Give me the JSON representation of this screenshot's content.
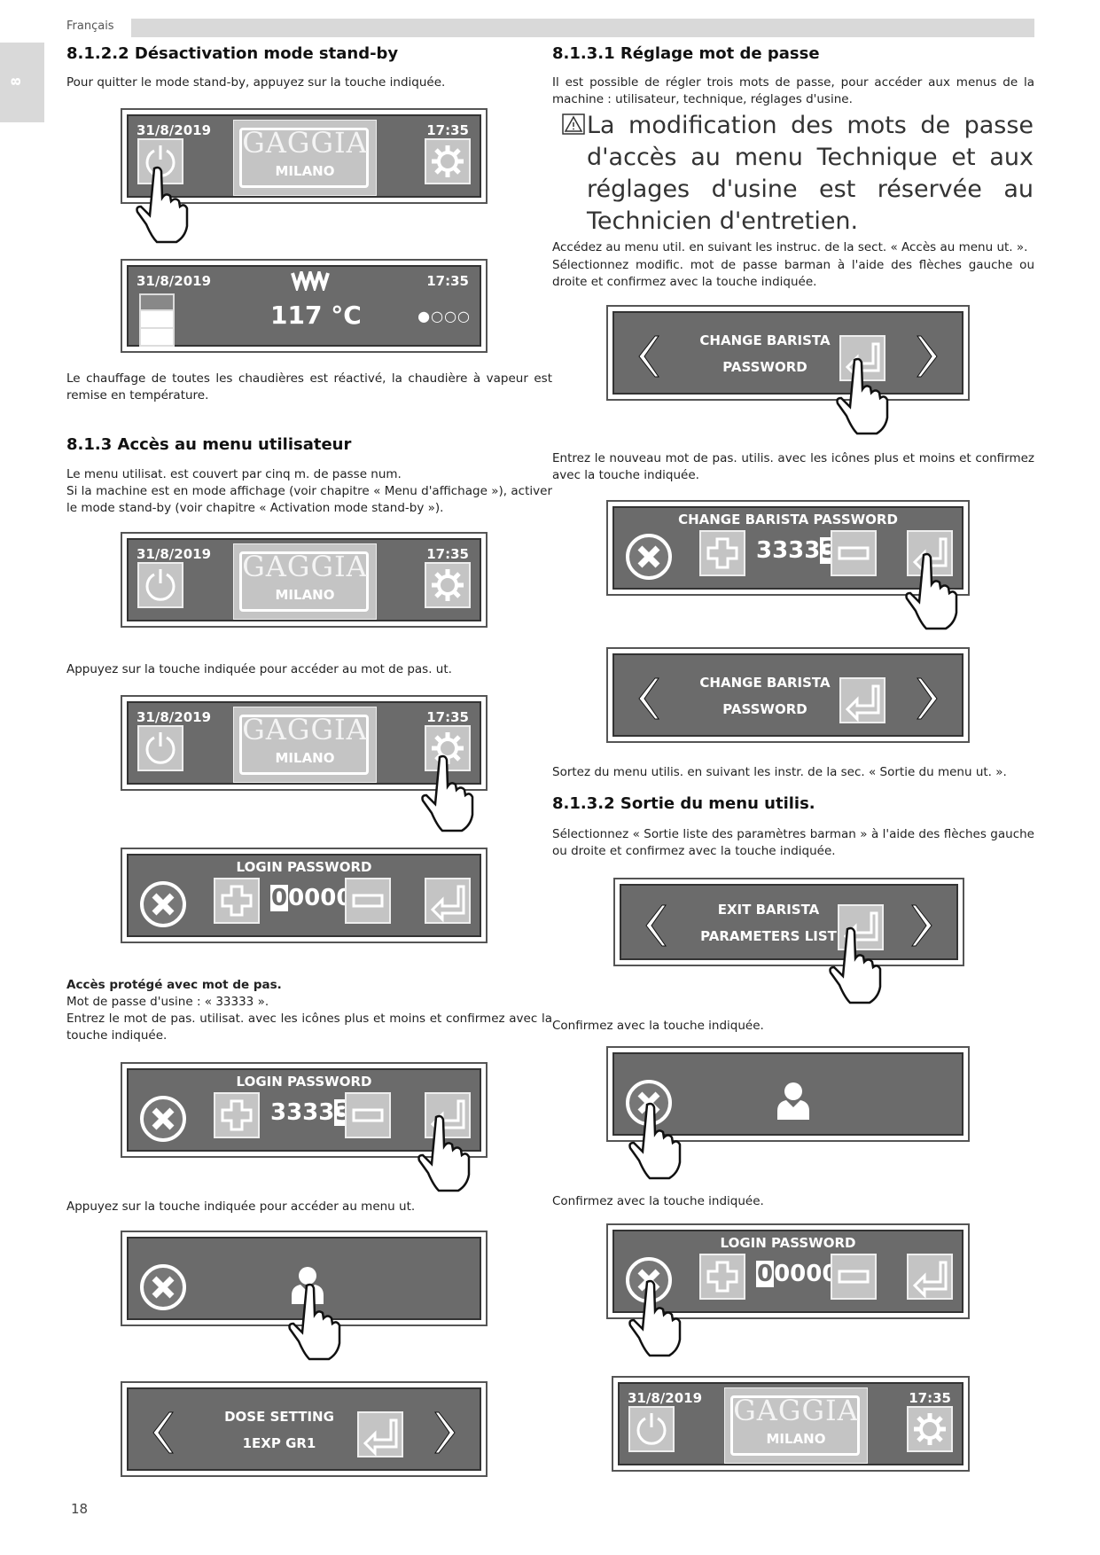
{
  "header": {
    "language": "Français",
    "chapter_tab": "8",
    "page_number": "18"
  },
  "left": {
    "s1": {
      "heading": "8.1.2.2  Désactivation mode stand-by",
      "p1": "Pour quitter le mode stand-by, appuyez sur la touche indiquée.",
      "p2": "Le chauffage de toutes les chaudières est réactivé, la chaudière à vapeur est remise en température."
    },
    "s2": {
      "heading": "8.1.3     Accès au menu utilisateur",
      "p1": "Le menu utilisat. est couvert par cinq m. de passe num.",
      "p2": "Si la machine est en mode affichage (voir chapitre « Menu d'affichage »), activer le mode stand-by (voir chapitre « Activation mode stand-by »).",
      "p3": "Appuyez sur la touche indiquée pour accéder au mot de pas. ut.",
      "protected_title": "Accès protégé avec mot de pas.",
      "protected_p1": "Mot de passe d'usine : « 33333 ».",
      "protected_p2": "Entrez le mot de pas. utilisat. avec les icônes plus et moins et confirmez avec la touche indiquée.",
      "p4": "Appuyez sur la touche indiquée pour accéder au menu ut."
    }
  },
  "right": {
    "s1": {
      "heading": "8.1.3.1  Réglage mot de passe",
      "p1": "Il est possible de régler trois mots de passe, pour accéder aux menus de la machine : utilisateur, technique, réglages d'usine.",
      "warning": "La modification des mots de passe d'accès au menu Technique et aux réglages d'usine est réservée au Technicien d'entretien.",
      "p2": "Accédez au menu util. en suivant les instruc. de la sect. « Accès au menu ut. ».",
      "p3": "Sélectionnez modific. mot de passe barman à l'aide des flèches gauche ou droite et confirmez avec la touche indiquée.",
      "p4": "Entrez le nouveau mot de pas. utilis. avec les icônes plus et moins et confirmez avec la touche indiquée.",
      "p5": "Sortez du menu utilis. en suivant les instr. de la sec. « Sortie du menu ut. »."
    },
    "s2": {
      "heading": "8.1.3.2  Sortie du menu utilis.",
      "p1": "Sélectionnez « Sortie liste des paramètres barman » à l'aide des flèches gauche ou droite et confirmez avec la touche indiquée.",
      "p2": "Confirmez avec la touche indiquée.",
      "p3": "Confirmez avec la touche indiquée."
    }
  },
  "screens": {
    "date": "31/8/2019",
    "time": "17:35",
    "brand": "GAGGIA",
    "brand_sub": "MILANO",
    "temperature": "117 °C",
    "temp_dots": "●○○○",
    "login_title": "LOGIN PASSWORD",
    "pwd_zero_first": "0",
    "pwd_zero_rest": "0000",
    "pwd_three_first": "3333",
    "pwd_three_last": "3",
    "change_title": "CHANGE BARISTA PASSWORD",
    "change_l1": "CHANGE BARISTA",
    "change_l2": "PASSWORD",
    "exit_l1": "EXIT BARISTA",
    "exit_l2": "PARAMETERS LIST",
    "dose_l1": "DOSE SETTING",
    "dose_l2": "1EXP GR1"
  }
}
